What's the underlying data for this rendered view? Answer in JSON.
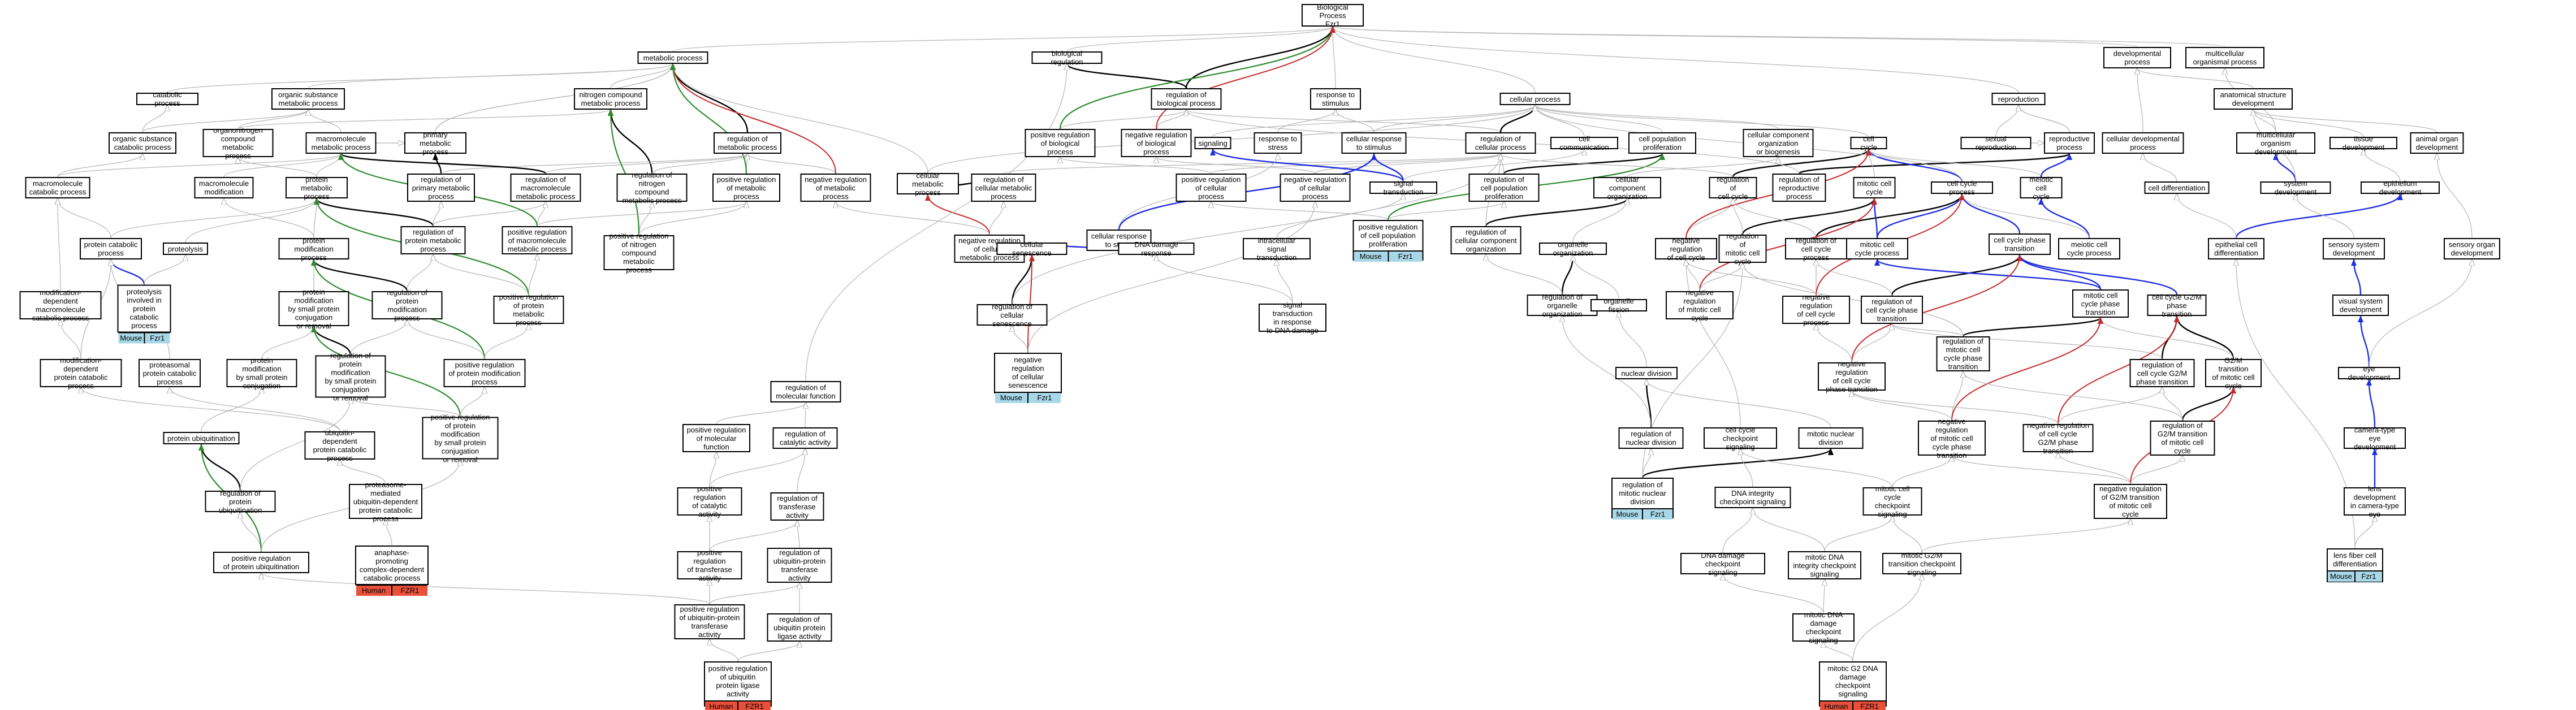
{
  "colors": {
    "edge_default": "#b4b4b4",
    "edge_black": "#000000",
    "edge_green": "#2e8b2e",
    "edge_red": "#c62a2a",
    "edge_blue": "#1f2ee0",
    "mouse_tag": "#a8d8e8",
    "human_tag": "#e9503a"
  },
  "nodes": [
    {
      "id": "bp",
      "label": "Biological Process\nFzr1"
    },
    {
      "id": "metab",
      "label": "metabolic process"
    },
    {
      "id": "biolreg",
      "label": "biological regulation"
    },
    {
      "id": "regbio",
      "label": "regulation of\nbiological process"
    },
    {
      "id": "resp",
      "label": "response to\nstimulus"
    },
    {
      "id": "cellproc",
      "label": "cellular process"
    },
    {
      "id": "devproc",
      "label": "developmental\nprocess"
    },
    {
      "id": "multorg",
      "label": "multicellular\norganismal process"
    },
    {
      "id": "catab",
      "label": "catabolic process"
    },
    {
      "id": "orgsub",
      "label": "organic substance\nmetabolic process"
    },
    {
      "id": "nitro",
      "label": "nitrogen compound\nmetabolic process"
    },
    {
      "id": "regmetab",
      "label": "regulation of\nmetabolic process"
    },
    {
      "id": "posregbio",
      "label": "positive regulation\nof biological\nprocess"
    },
    {
      "id": "negregbio",
      "label": "negative regulation\nof biological\nprocess"
    },
    {
      "id": "signaling",
      "label": "signaling"
    },
    {
      "id": "resptostress",
      "label": "response to\nstress"
    },
    {
      "id": "cellresp",
      "label": "cellular response\nto stimulus"
    },
    {
      "id": "regcell",
      "label": "regulation of\ncellular process"
    },
    {
      "id": "cellcomm",
      "label": "cell communication"
    },
    {
      "id": "cellpop",
      "label": "cell population\nproliferation"
    },
    {
      "id": "compog",
      "label": "cellular component\norganization\nor biogenesis"
    },
    {
      "id": "cellcycle",
      "label": "cell cycle"
    },
    {
      "id": "sexrep",
      "label": "sexual reproduction"
    },
    {
      "id": "reproduction",
      "label": "reproduction"
    },
    {
      "id": "repproc",
      "label": "reproductive\nprocess"
    },
    {
      "id": "celldev",
      "label": "cellular developmental\nprocess"
    },
    {
      "id": "anatdev",
      "label": "anatomical structure\ndevelopment"
    },
    {
      "id": "multdev",
      "label": "multicellular\norganism development"
    },
    {
      "id": "tissuedev",
      "label": "tissue development"
    },
    {
      "id": "animalorg",
      "label": "animal organ\ndevelopment"
    },
    {
      "id": "orgsubcat",
      "label": "organic substance\ncatabolic process"
    },
    {
      "id": "organonit",
      "label": "organonitrogen\ncompound metabolic\nprocess"
    },
    {
      "id": "macromet",
      "label": "macromolecule\nmetabolic process"
    },
    {
      "id": "primmet",
      "label": "primary metabolic\nprocess"
    },
    {
      "id": "cellmet",
      "label": "cellular metabolic\nprocess"
    },
    {
      "id": "negregmet",
      "label": "negative regulation\nof metabolic\nprocess"
    },
    {
      "id": "regnitro",
      "label": "regulation of\nnitrogen compound\nmetabolic process"
    },
    {
      "id": "posregmet",
      "label": "positive regulation\nof metabolic\nprocess"
    },
    {
      "id": "regprimmet",
      "label": "regulation of\nprimary metabolic\nprocess"
    },
    {
      "id": "regmacromet",
      "label": "regulation of\nmacromolecule\nmetabolic process"
    },
    {
      "id": "regcellmet",
      "label": "regulation of\ncellular metabolic\nprocess"
    },
    {
      "id": "posregcellproc",
      "label": "positive regulation\nof cellular\nprocess"
    },
    {
      "id": "negregcellproc",
      "label": "negative regulation\nof cellular\nprocess"
    },
    {
      "id": "sigtrans",
      "label": "signal transduction"
    },
    {
      "id": "regcellpop",
      "label": "regulation of\ncell population\nproliferation"
    },
    {
      "id": "posregcellpop",
      "label": "positive regulation\nof cell population\nproliferation",
      "tags": [
        "Mouse",
        "Fzr1"
      ]
    },
    {
      "id": "ccorg",
      "label": "cellular component\norganization"
    },
    {
      "id": "regcompog",
      "label": "regulation of\ncellular component\norganization"
    },
    {
      "id": "regcc",
      "label": "regulation of\ncell cycle"
    },
    {
      "id": "regrep",
      "label": "regulation of\nreproductive\nprocess"
    },
    {
      "id": "mitcc",
      "label": "mitotic cell\ncycle"
    },
    {
      "id": "ccproc",
      "label": "cell cycle process"
    },
    {
      "id": "meiocc",
      "label": "meiotic cell\ncycle"
    },
    {
      "id": "differentiation",
      "label": "cell differentiation"
    },
    {
      "id": "systemdev",
      "label": "system development"
    },
    {
      "id": "epithdev",
      "label": "epithelium development"
    },
    {
      "id": "macrocat",
      "label": "macromolecule\ncatabolic process"
    },
    {
      "id": "macromod",
      "label": "macromolecule\nmodification"
    },
    {
      "id": "protmet",
      "label": "protein metabolic\nprocess"
    },
    {
      "id": "regprotmet",
      "label": "regulation of\nprotein metabolic\nprocess"
    },
    {
      "id": "posregnitro",
      "label": "positive regulation\nof nitrogen\ncompound metabolic\nprocess"
    },
    {
      "id": "posregmacro",
      "label": "positive regulation\nof macromolecule\nmetabolic process"
    },
    {
      "id": "negregcellmet",
      "label": "negative regulation\nof cellular\nmetabolic process"
    },
    {
      "id": "cellrespstress",
      "label": "cellular response\nto stress"
    },
    {
      "id": "intrasig",
      "label": "intracellular\nsignal transduction"
    },
    {
      "id": "orgorg",
      "label": "organelle organization"
    },
    {
      "id": "negregcc",
      "label": "negative regulation\nof cell cycle"
    },
    {
      "id": "regmitcc",
      "label": "regulation of\nmitotic cell\ncycle"
    },
    {
      "id": "regccproc",
      "label": "regulation of\ncell cycle process"
    },
    {
      "id": "mitccproc",
      "label": "mitotic cell\ncycle process"
    },
    {
      "id": "ccphase",
      "label": "cell cycle phase\ntransition"
    },
    {
      "id": "meioccproc",
      "label": "meiotic cell\ncycle process"
    },
    {
      "id": "epithcelldiff",
      "label": "epithelial cell\ndifferentiation"
    },
    {
      "id": "sensdev",
      "label": "sensory system\ndevelopment"
    },
    {
      "id": "sensorgan",
      "label": "sensory organ\ndevelopment"
    },
    {
      "id": "protcat",
      "label": "protein catabolic\nprocess"
    },
    {
      "id": "proteolysis",
      "label": "proteolysis"
    },
    {
      "id": "protmod",
      "label": "protein modification\nprocess"
    },
    {
      "id": "regprotmod",
      "label": "regulation of\nprotein modification\nprocess"
    },
    {
      "id": "posregprotmet",
      "label": "positive regulation\nof protein metabolic\nprocess"
    },
    {
      "id": "cellsen",
      "label": "cellular senescence"
    },
    {
      "id": "dnadamresp",
      "label": "DNA damage response"
    },
    {
      "id": "sigdna",
      "label": "signal transduction\nin response\nto DNA damage"
    },
    {
      "id": "regorgorg",
      "label": "regulation of\norganelle organization"
    },
    {
      "id": "orgfission",
      "label": "organelle fission"
    },
    {
      "id": "negregmitcc",
      "label": "negative regulation\nof mitotic cell\ncycle"
    },
    {
      "id": "negregccproc",
      "label": "negative regulation\nof cell cycle\nprocess"
    },
    {
      "id": "regccphase",
      "label": "regulation of\ncell cycle phase\ntransition"
    },
    {
      "id": "mitccphase",
      "label": "mitotic cell\ncycle phase\ntransition"
    },
    {
      "id": "ccg2m",
      "label": "cell cycle G2/M\nphase transition"
    },
    {
      "id": "visualdev",
      "label": "visual system\ndevelopment"
    },
    {
      "id": "proteolysiscat",
      "label": "proteolysis\ninvolved in\nprotein catabolic\nprocess",
      "tags": [
        "Mouse",
        "Fzr1"
      ]
    },
    {
      "id": "protmodsmall",
      "label": "protein modification\nby small protein\nconjugation\nor removal"
    },
    {
      "id": "regprotmodsmall",
      "label": "regulation of\nprotein modification\nby small protein\nconjugation\nor removal"
    },
    {
      "id": "posregprotmod",
      "label": "positive regulation\nof protein modification\nprocess"
    },
    {
      "id": "modprotcat",
      "label": "modification-dependent\nmacromolecule\ncatabolic process"
    },
    {
      "id": "regcellsen",
      "label": "regulation of\ncellular senescence"
    },
    {
      "id": "negregcellsen",
      "label": "negative regulation\nof cellular\nsenescence",
      "tags": [
        "Mouse",
        "Fzr1"
      ]
    },
    {
      "id": "negregccphase",
      "label": "negative regulation\nof cell cycle\nphase transition"
    },
    {
      "id": "regmitccphase",
      "label": "regulation of\nmitotic cell\ncycle phase\ntransition"
    },
    {
      "id": "regccg2m",
      "label": "regulation of\ncell cycle G2/M\nphase transition"
    },
    {
      "id": "g2mmit",
      "label": "G2/M transition\nof mitotic cell\ncycle"
    },
    {
      "id": "eyedev",
      "label": "eye development"
    },
    {
      "id": "moddepprot",
      "label": "modification-dependent\nprotein catabolic\nprocess"
    },
    {
      "id": "protsomal",
      "label": "proteasomal\nprotein catabolic\nprocess"
    },
    {
      "id": "protmodconj",
      "label": "protein modification\nby small protein\nconjugation"
    },
    {
      "id": "posregprotmodsmall",
      "label": "positive regulation\nof protein modification\nby small protein\nconjugation\nor removal"
    },
    {
      "id": "regmolfunc",
      "label": "regulation of\nmolecular function"
    },
    {
      "id": "nucdiv",
      "label": "nuclear division"
    },
    {
      "id": "negregmitccphase",
      "label": "negative regulation\nof mitotic cell\ncycle phase\ntransition"
    },
    {
      "id": "negregccg2m",
      "label": "negative regulation\nof cell cycle\nG2/M phase transition"
    },
    {
      "id": "regg2mmit",
      "label": "regulation of\nG2/M transition\nof mitotic cell\ncycle"
    },
    {
      "id": "cameraeye",
      "label": "camera-type\neye development"
    },
    {
      "id": "ubidep",
      "label": "ubiquitin-dependent\nprotein catabolic\nprocess"
    },
    {
      "id": "protubi",
      "label": "protein ubiquitination"
    },
    {
      "id": "posregmolfunc",
      "label": "positive regulation\nof molecular\nfunction"
    },
    {
      "id": "regcatact",
      "label": "regulation of\ncatalytic activity"
    },
    {
      "id": "regnucdiv",
      "label": "regulation of\nnuclear division"
    },
    {
      "id": "ccchecksig",
      "label": "cell cycle checkpoint\nsignaling"
    },
    {
      "id": "mitnucdiv",
      "label": "mitotic nuclear\ndivision"
    },
    {
      "id": "regmitnucdiv",
      "label": "regulation of\nmitotic nuclear\ndivision",
      "tags": [
        "Mouse",
        "Fzr1"
      ]
    },
    {
      "id": "dnaintegrity",
      "label": "DNA integrity\ncheckpoint signaling"
    },
    {
      "id": "mitccchecksig",
      "label": "mitotic cell\ncycle checkpoint\nsignaling"
    },
    {
      "id": "negregg2mmit",
      "label": "negative regulation\nof G2/M transition\nof mitotic cell\ncycle"
    },
    {
      "id": "lensdev",
      "label": "lens development\nin camera-type\neye"
    },
    {
      "id": "lensfiber",
      "label": "lens fiber cell\ndifferentiation",
      "tags": [
        "Mouse",
        "Fzr1"
      ]
    },
    {
      "id": "regprotubi",
      "label": "regulation of\nprotein ubiquitination"
    },
    {
      "id": "protmediated",
      "label": "proteasome-mediated\nubiquitin-dependent\nprotein catabolic\nprocess"
    },
    {
      "id": "posregcatact",
      "label": "positive regulation\nof catalytic\nactivity"
    },
    {
      "id": "regtransact",
      "label": "regulation of\ntransferase\nactivity"
    },
    {
      "id": "apc",
      "label": "anaphase-promoting\ncomplex-dependent\ncatabolic process",
      "tags": [
        "Human",
        "FZR1"
      ]
    },
    {
      "id": "posregprotubi",
      "label": "positive regulation\nof protein ubiquitination"
    },
    {
      "id": "posregtransact",
      "label": "positive regulation\nof transferase\nactivity"
    },
    {
      "id": "regubiact",
      "label": "regulation of\nubiquitin-protein\ntransferase\nactivity"
    },
    {
      "id": "dnadamcheck",
      "label": "DNA damage checkpoint\nsignaling"
    },
    {
      "id": "mitdnaint",
      "label": "mitotic DNA\nintegrity checkpoint\nsignaling"
    },
    {
      "id": "mitg2mcheck",
      "label": "mitotic G2/M\ntransition checkpoint\nsignaling"
    },
    {
      "id": "posregubiact",
      "label": "positive regulation\nof ubiquitin-protein\ntransferase\nactivity"
    },
    {
      "id": "regubiligase",
      "label": "regulation of\nubiquitin protein\nligase activity"
    },
    {
      "id": "mitdnadam",
      "label": "mitotic DNA\ndamage checkpoint\nsignaling"
    },
    {
      "id": "posregubiligase",
      "label": "positive regulation\nof ubiquitin\nprotein ligase\nactivity",
      "tags": [
        "Human",
        "FZR1"
      ]
    },
    {
      "id": "mitg2dna",
      "label": "mitotic G2 DNA\ndamage checkpoint\nsignaling",
      "tags": [
        "Human",
        "FZR1"
      ]
    }
  ]
}
